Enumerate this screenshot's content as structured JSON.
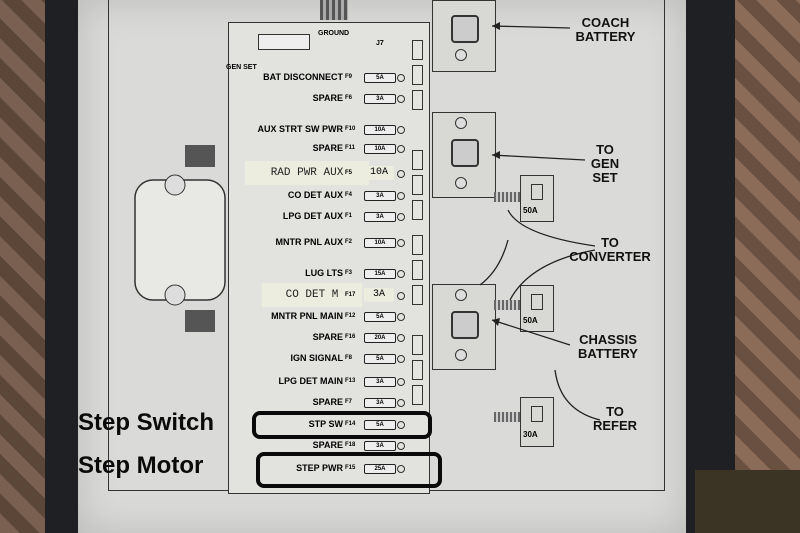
{
  "board": {
    "gen_set_label": "GEN SET",
    "ground_label": "GROUND",
    "j7_label": "J7"
  },
  "fuses": [
    {
      "name": "BAT DISCONNECT",
      "id": "F9",
      "amp": "5A"
    },
    {
      "name": "SPARE",
      "id": "F6",
      "amp": "3A"
    },
    {
      "name": "AUX STRT SW PWR",
      "id": "F10",
      "amp": "10A"
    },
    {
      "name": "SPARE",
      "id": "F11",
      "amp": "10A"
    },
    {
      "name": "RAD PWR AUX",
      "id": "F5",
      "amp": "10A"
    },
    {
      "name": "CO DET AUX",
      "id": "F4",
      "amp": "3A"
    },
    {
      "name": "LPG DET AUX",
      "id": "F1",
      "amp": "3A"
    },
    {
      "name": "MNTR PNL AUX",
      "id": "F2",
      "amp": "10A"
    },
    {
      "name": "LUG LTS",
      "id": "F3",
      "amp": "15A"
    },
    {
      "name": "CO DET M",
      "id": "F17",
      "amp": "3A"
    },
    {
      "name": "MNTR PNL MAIN",
      "id": "F12",
      "amp": "5A"
    },
    {
      "name": "SPARE",
      "id": "F16",
      "amp": "20A"
    },
    {
      "name": "IGN SIGNAL",
      "id": "F8",
      "amp": "5A"
    },
    {
      "name": "LPG DET MAIN",
      "id": "F13",
      "amp": "3A"
    },
    {
      "name": "SPARE",
      "id": "F7",
      "amp": "3A"
    },
    {
      "name": "STP SW",
      "id": "F14",
      "amp": "5A"
    },
    {
      "name": "SPARE",
      "id": "F18",
      "amp": "3A"
    },
    {
      "name": "STEP PWR",
      "id": "F15",
      "amp": "25A"
    }
  ],
  "connections": {
    "coach": "COACH\nBATTERY",
    "gen": "TO\nGEN\nSET",
    "converter": "TO\nCONVERTER",
    "chassis": "CHASSIS\nBATTERY",
    "refer": "TO\nREFER"
  },
  "breakers": [
    "50A",
    "50A",
    "30A"
  ],
  "annotations": {
    "step_switch": "Step Switch",
    "step_motor": "Step Motor"
  }
}
